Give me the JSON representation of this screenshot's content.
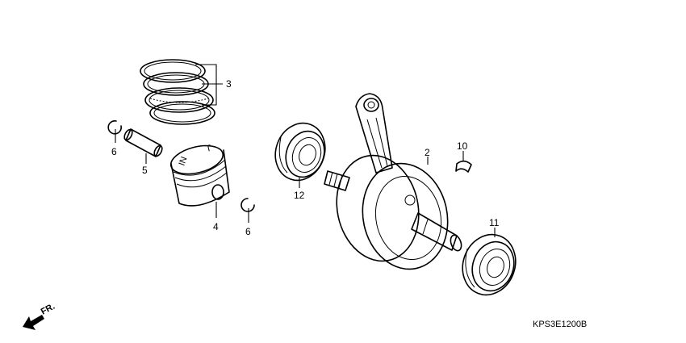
{
  "callouts": {
    "piston_rings": "3",
    "piston_pin_clip_left": "6",
    "piston_pin": "5",
    "piston": "4",
    "piston_pin_clip_right": "6",
    "bearing_left": "12",
    "crankshaft": "2",
    "woodruff_key": "10",
    "bearing_right": "11"
  },
  "direction_label": "FR.",
  "diagram_code": "KPS3E1200B"
}
